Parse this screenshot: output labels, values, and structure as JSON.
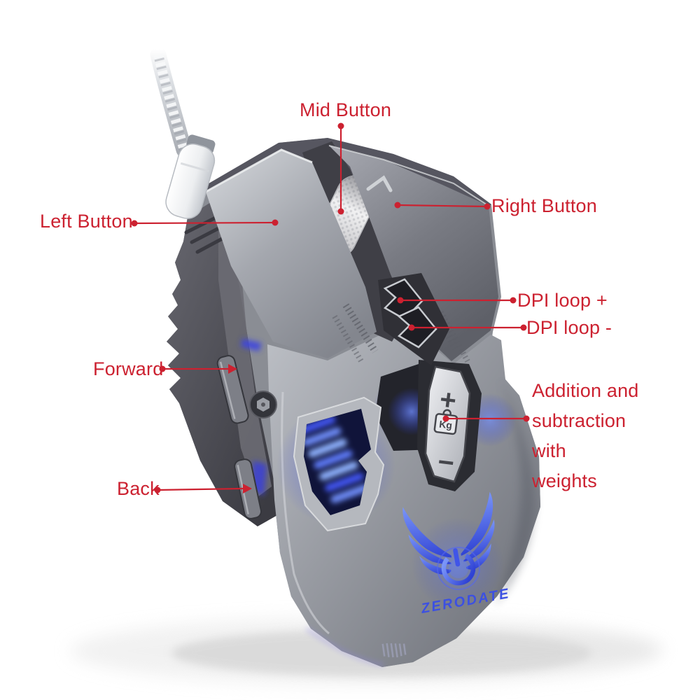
{
  "image_type": "annotated-product-diagram",
  "annotation_color": "#cc2130",
  "labels": {
    "mid": "Mid Button",
    "left": "Left Button",
    "right": "Right Button",
    "dpi_plus": "DPI loop +",
    "dpi_minus": "DPI loop -",
    "forward": "Forward",
    "weights_line1": "Addition and",
    "weights_line2": "subtraction with",
    "weights_line3": "weights",
    "back": "Back"
  },
  "product": {
    "logo_text": "ZERODATE",
    "weight_rocker": {
      "plus": "+",
      "unit": "Kg",
      "minus": "−"
    },
    "led_color": "#3546ef",
    "logo_color": "#4055e8",
    "body_color": "#8e9198",
    "cable": "braided-silver"
  }
}
